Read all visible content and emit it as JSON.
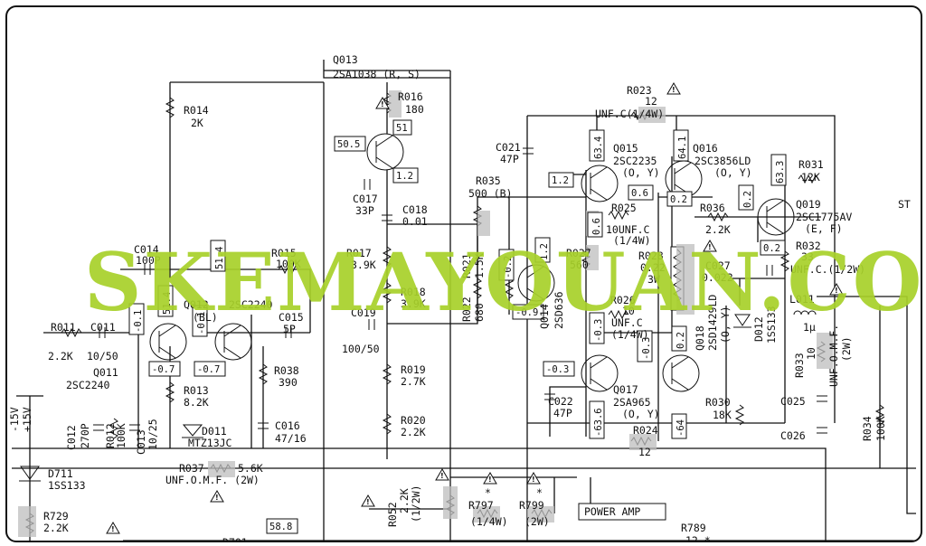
{
  "watermark": "SKEMAYOUAN.COM",
  "section_label": "POWER AMP",
  "transistors": [
    {
      "ref": "Q013",
      "type": "2SA1038 (R, S)"
    },
    {
      "ref": "Q012",
      "type": "2SC2240",
      "grade": "(BL)"
    },
    {
      "ref": "Q011",
      "type": "2SC2240"
    },
    {
      "ref": "Q014",
      "type": "2SD636"
    },
    {
      "ref": "Q015",
      "type": "2SC2235",
      "grade": "(O, Y)"
    },
    {
      "ref": "Q016",
      "type": "2SC3856LD",
      "grade": "(O, Y)"
    },
    {
      "ref": "Q017",
      "type": "2SA965",
      "grade": "(O, Y)"
    },
    {
      "ref": "Q018",
      "type": "2SD1429LD",
      "grade": "(O, Y)"
    },
    {
      "ref": "Q019",
      "type": "2SC1775AV",
      "grade": "(E, F)"
    }
  ],
  "resistors": [
    {
      "ref": "R014",
      "value": "2K"
    },
    {
      "ref": "R016",
      "value": "180"
    },
    {
      "ref": "R015",
      "value": "100K"
    },
    {
      "ref": "R017",
      "value": "3.9K"
    },
    {
      "ref": "R018",
      "value": "3.9K"
    },
    {
      "ref": "R019",
      "value": "2.7K"
    },
    {
      "ref": "R020",
      "value": "2.2K"
    },
    {
      "ref": "R013",
      "value": "8.2K"
    },
    {
      "ref": "R038",
      "value": "390"
    },
    {
      "ref": "R011",
      "value": "2.2K"
    },
    {
      "ref": "R012",
      "value": "100K"
    },
    {
      "ref": "R035",
      "value": "500 (B)"
    },
    {
      "ref": "R021",
      "value": "1.5K"
    },
    {
      "ref": "R022",
      "value": "680"
    },
    {
      "ref": "R023",
      "value": "12",
      "note": "UNF.C (1/4W)"
    },
    {
      "ref": "R025",
      "value": "10",
      "note": "UNF.C (1/4W)"
    },
    {
      "ref": "R026",
      "value": "10",
      "note": "UNF.C (1/4W)"
    },
    {
      "ref": "R027",
      "value": "560"
    },
    {
      "ref": "R028",
      "value": "0.22",
      "note": "3W"
    },
    {
      "ref": "R036",
      "value": "2.2K"
    },
    {
      "ref": "R031",
      "value": "12K"
    },
    {
      "ref": "R032",
      "value": "33",
      "note": "UNF.C. (1/2W)"
    },
    {
      "ref": "R033",
      "value": "10",
      "note": "UNF.O.M.F. (2W)"
    },
    {
      "ref": "R024",
      "value": "12"
    },
    {
      "ref": "R030",
      "value": "18K"
    },
    {
      "ref": "R034",
      "value": "100K"
    },
    {
      "ref": "R037",
      "value": "5.6K",
      "note": "UNF.O.M.F. (2W)"
    },
    {
      "ref": "R052",
      "value": "2.2K",
      "note": "(1/2W)"
    },
    {
      "ref": "R797",
      "value": "*",
      "note": "(1/4W)"
    },
    {
      "ref": "R799",
      "value": "*",
      "note": "(2W)"
    },
    {
      "ref": "R729",
      "value": "2.2K"
    },
    {
      "ref": "R789",
      "value": "12 *"
    }
  ],
  "capacitors": [
    {
      "ref": "C014",
      "value": "100P"
    },
    {
      "ref": "C011",
      "value": "10/50"
    },
    {
      "ref": "C012",
      "value": "270P"
    },
    {
      "ref": "C013",
      "value": "10/25"
    },
    {
      "ref": "C015",
      "value": "5P"
    },
    {
      "ref": "C016",
      "value": "47/16"
    },
    {
      "ref": "C017",
      "value": "33P"
    },
    {
      "ref": "C018",
      "value": "0.01"
    },
    {
      "ref": "C019",
      "value": "100/50"
    },
    {
      "ref": "C021",
      "value": "47P"
    },
    {
      "ref": "C022",
      "value": "47P"
    },
    {
      "ref": "C027",
      "value": "0.022"
    },
    {
      "ref": "C025",
      "value": ""
    },
    {
      "ref": "C026",
      "value": ""
    }
  ],
  "diodes": [
    {
      "ref": "D011",
      "type": "MTZ13JC"
    },
    {
      "ref": "D012",
      "type": "1SS133"
    },
    {
      "ref": "D711",
      "type": "1SS133"
    },
    {
      "ref": "D701",
      "type": ""
    }
  ],
  "coils": [
    {
      "ref": "L011",
      "value": "1μ"
    }
  ],
  "voltages": {
    "q013_e": "50.5",
    "q013_c": "1.2",
    "r016_node": "51",
    "q012_a": "51.4",
    "q012_b": "51.4",
    "q011_b": "-0.1",
    "q012_e": "-0.1",
    "q011_e": "-0.7",
    "q012_e2": "-0.7",
    "q014_c": "1.2",
    "q014_b": "-0.2",
    "q014_e": "-0.9",
    "q015_b": "1.2",
    "q015_c": "63.4",
    "q015_e": "0.6",
    "q016_c": "64.1",
    "q016_e": "0.6",
    "q016_e2": "0.2",
    "r036_node": "0.2",
    "q019_c": "63.3",
    "q019_e": "0.2",
    "q017_b": "-0.3",
    "q017_e": "-0.3",
    "q017_c": "-63.6",
    "q018_e": "-0.3",
    "q018_c": "-64",
    "q018_b": "0.2",
    "supply": "58.8"
  },
  "supply_labels": [
    "-15V",
    "+15V"
  ],
  "stby": "ST"
}
